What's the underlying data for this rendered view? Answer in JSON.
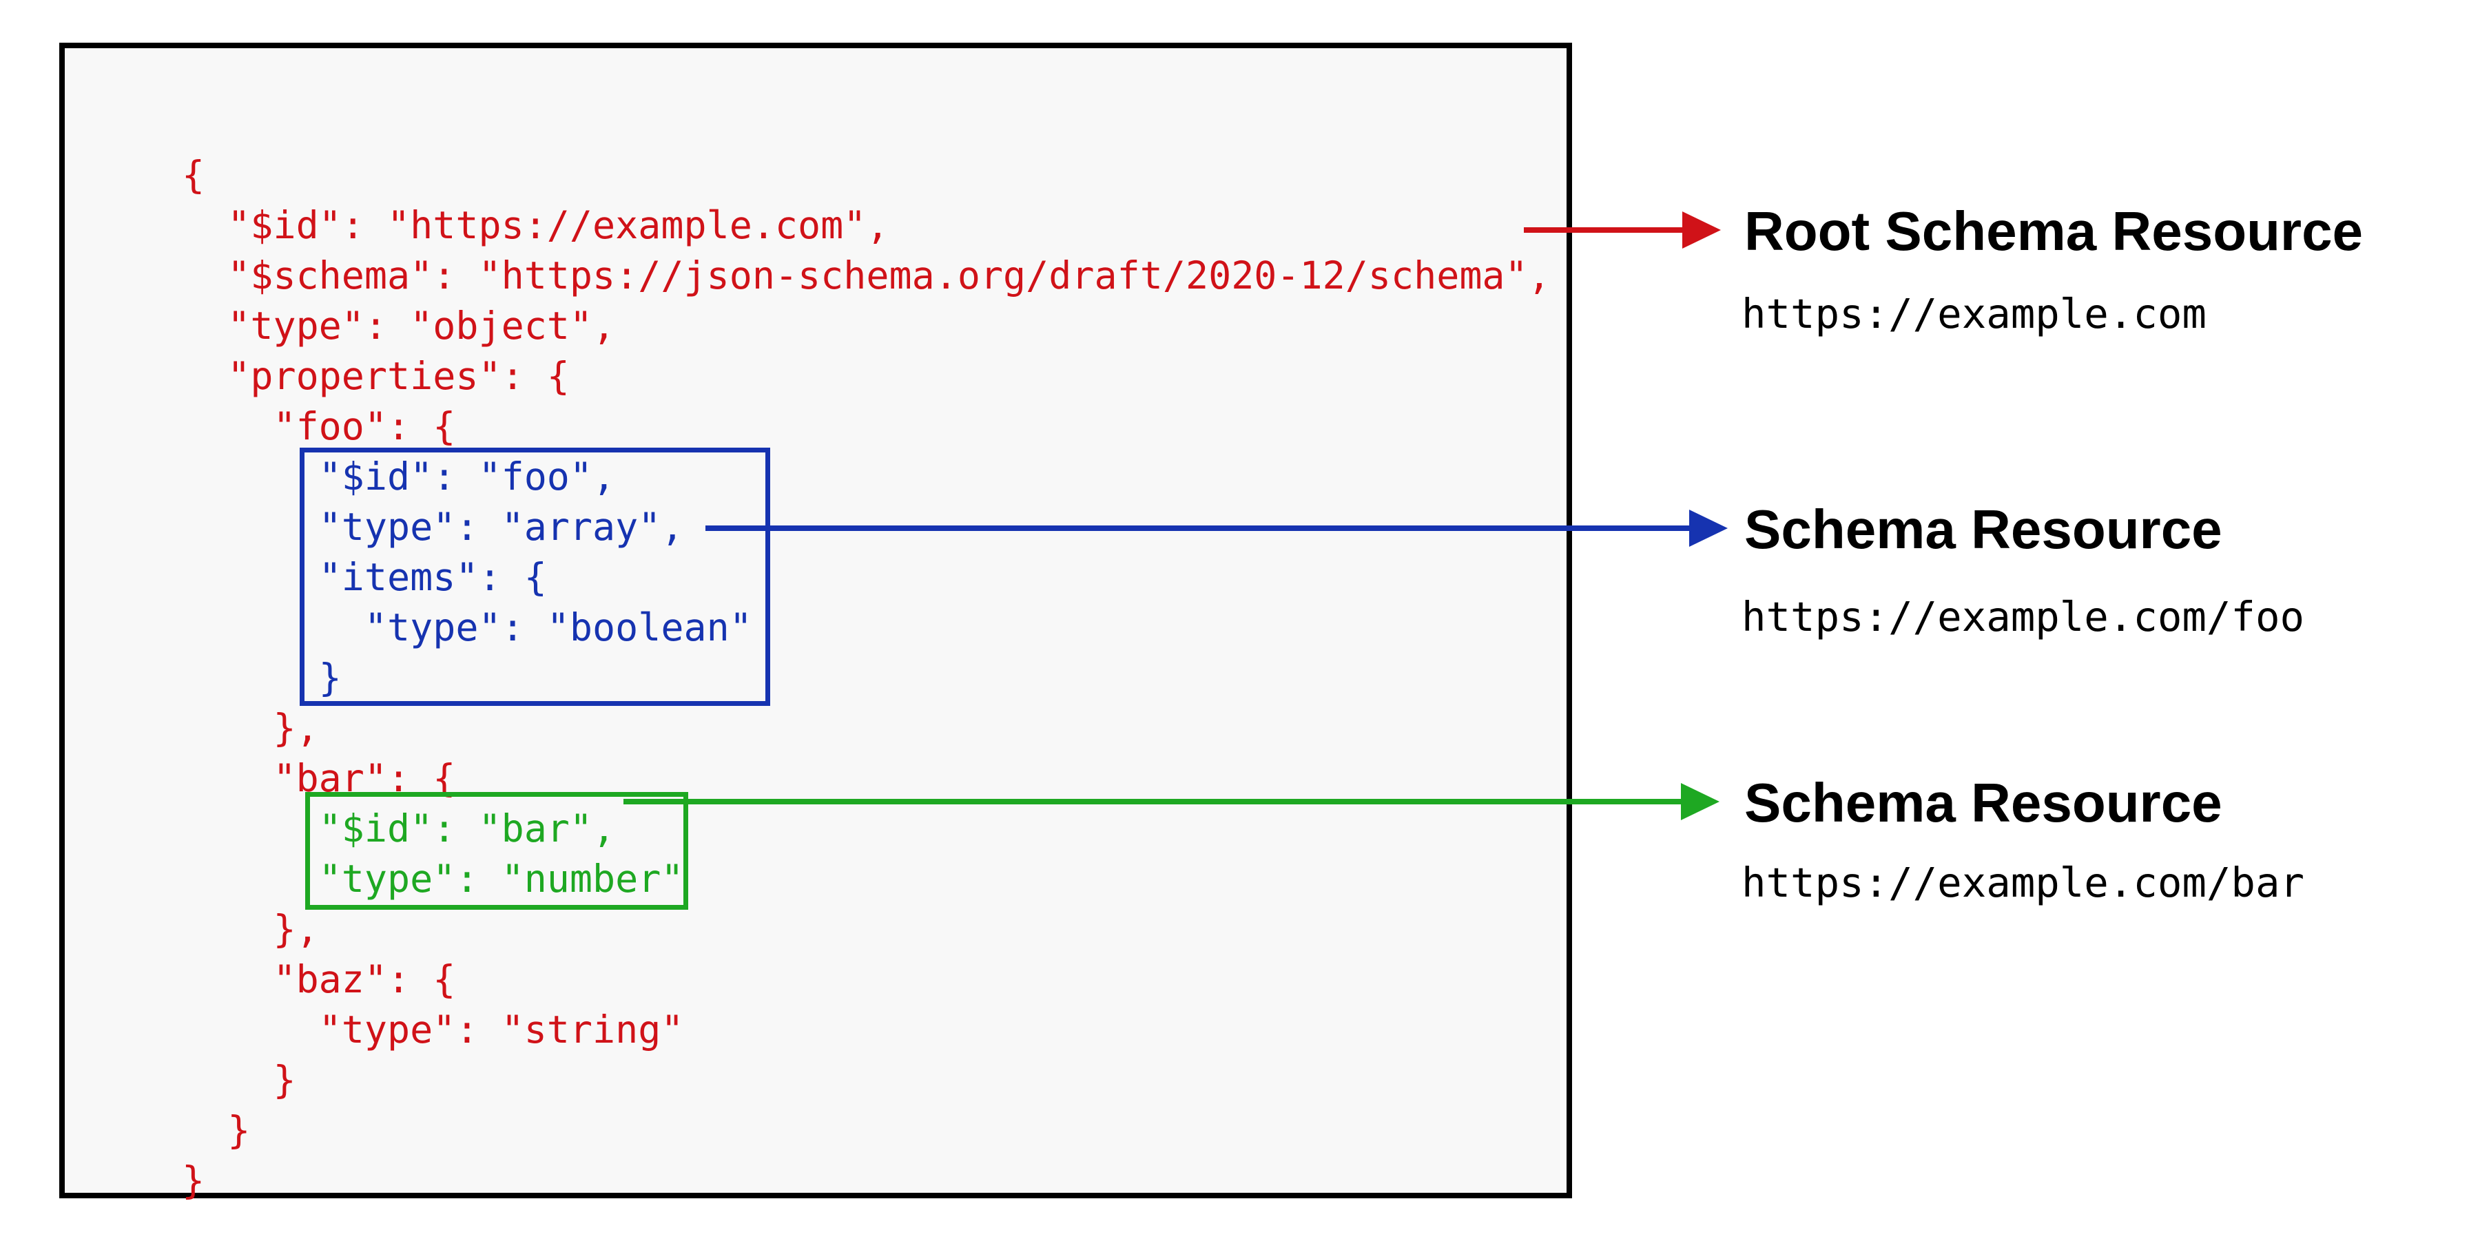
{
  "colors": {
    "red": "#d01218",
    "blue": "#1633b0",
    "green": "#1ea822",
    "panel-bg": "#f8f8f8",
    "panel-border": "#000000"
  },
  "code": {
    "lines": [
      {
        "text": "{",
        "color": "red"
      },
      {
        "text": "  \"$id\": \"https://example.com\",",
        "color": "red"
      },
      {
        "text": "  \"$schema\": \"https://json-schema.org/draft/2020-12/schema\",",
        "color": "red"
      },
      {
        "text": "  \"type\": \"object\",",
        "color": "red"
      },
      {
        "text": "  \"properties\": {",
        "color": "red"
      },
      {
        "text": "    \"foo\": {",
        "color": "red"
      },
      {
        "text": "      \"$id\": \"foo\",",
        "color": "blue"
      },
      {
        "text": "      \"type\": \"array\",",
        "color": "blue"
      },
      {
        "text": "      \"items\": {",
        "color": "blue"
      },
      {
        "text": "        \"type\": \"boolean\"",
        "color": "blue"
      },
      {
        "text": "      }",
        "color": "blue"
      },
      {
        "text": "    },",
        "color": "red"
      },
      {
        "text": "    \"bar\": {",
        "color": "red"
      },
      {
        "text": "      \"$id\": \"bar\",",
        "color": "green"
      },
      {
        "text": "      \"type\": \"number\"",
        "color": "green"
      },
      {
        "text": "    },",
        "color": "red"
      },
      {
        "text": "    \"baz\": {",
        "color": "red"
      },
      {
        "text": "      \"type\": \"string\"",
        "color": "red"
      },
      {
        "text": "    }",
        "color": "red"
      },
      {
        "text": "  }",
        "color": "red"
      },
      {
        "text": "}",
        "color": "red"
      }
    ]
  },
  "annotations": [
    {
      "label": "Root Schema Resource",
      "url": "https://example.com",
      "color": "red"
    },
    {
      "label": "Schema Resource",
      "url": "https://example.com/foo",
      "color": "blue"
    },
    {
      "label": "Schema Resource",
      "url": "https://example.com/bar",
      "color": "green"
    }
  ]
}
